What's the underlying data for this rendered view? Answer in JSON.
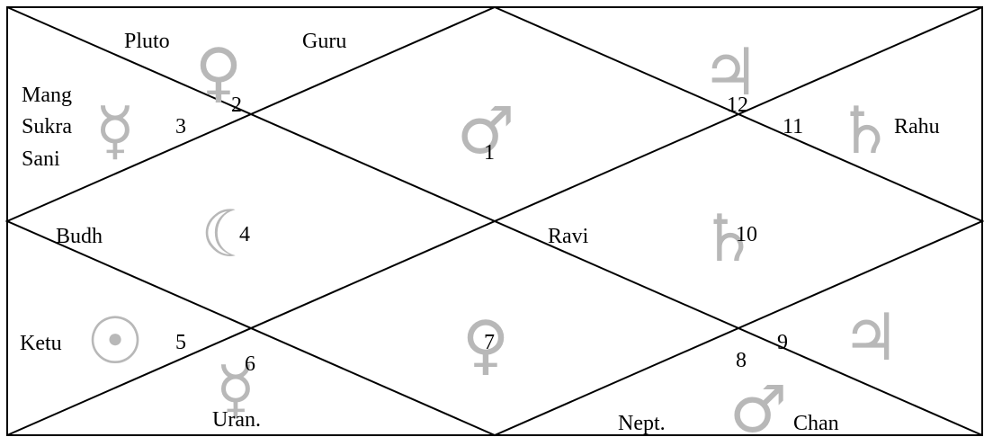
{
  "colors": {
    "line": "#000000",
    "text": "#000000",
    "glyph": "#b8b8b8",
    "background": "#ffffff"
  },
  "houses": [
    "1",
    "2",
    "3",
    "4",
    "5",
    "6",
    "7",
    "8",
    "9",
    "10",
    "11",
    "12"
  ],
  "planets": {
    "pluto": "Pluto",
    "guru": "Guru",
    "mang": "Mang",
    "sukra": "Sukra",
    "sani": "Sani",
    "rahu": "Rahu",
    "budh": "Budh",
    "ravi": "Ravi",
    "ketu": "Ketu",
    "uran": "Uran.",
    "nept": "Nept.",
    "chan": "Chan"
  },
  "glyphs": {
    "venus_top": "♀",
    "mercury_house3": "☿",
    "mars_house1": "♂",
    "jupiter_house12": "♃",
    "saturn_house11": "♄",
    "moon_house4": "☾",
    "saturn_house10": "♄",
    "sun_house5": "☉",
    "venus_house7": "♀",
    "mercury_house6": "☿",
    "mars_house8": "♂",
    "jupiter_house9": "♃"
  }
}
